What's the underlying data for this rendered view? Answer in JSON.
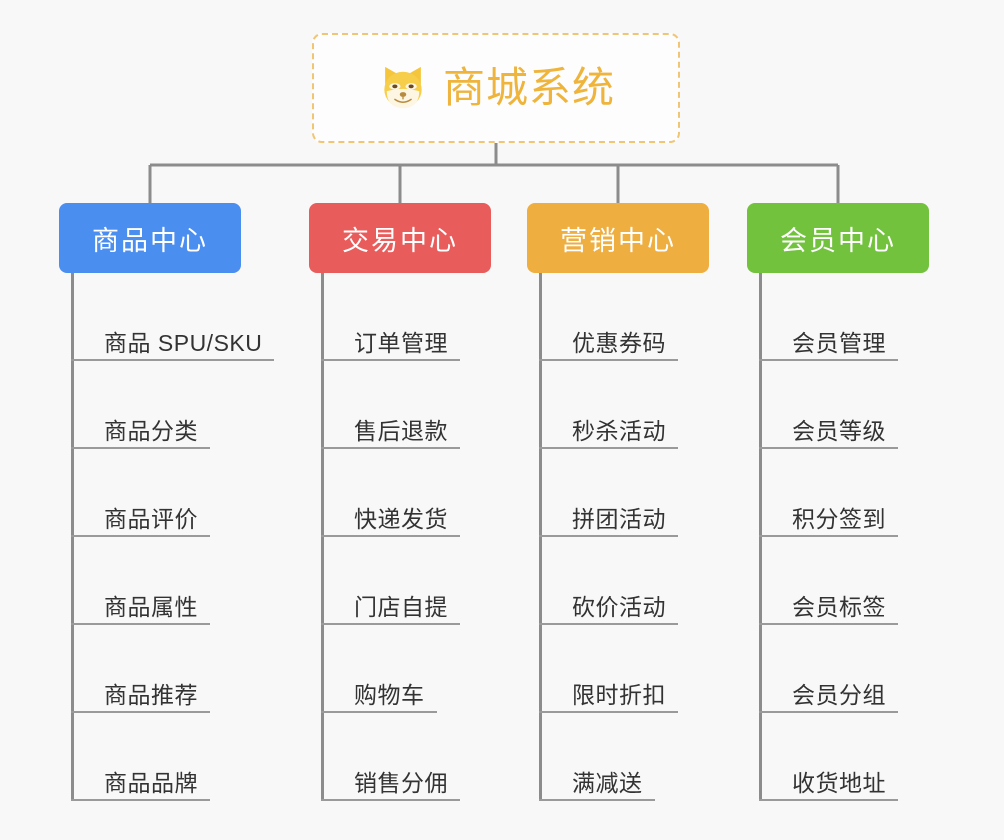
{
  "root": {
    "title": "商城系统",
    "emoji_name": "shiba-dog-face-emoji",
    "border_color": "#f0c674",
    "text_color": "#eeb43c"
  },
  "columns": [
    {
      "id": "product-center",
      "title": "商品中心",
      "color": "#4a8ef0",
      "color_class": "c-blue",
      "items": [
        {
          "label": "商品 SPU/SKU"
        },
        {
          "label": "商品分类"
        },
        {
          "label": "商品评价"
        },
        {
          "label": "商品属性"
        },
        {
          "label": "商品推荐"
        },
        {
          "label": "商品品牌"
        }
      ]
    },
    {
      "id": "trade-center",
      "title": "交易中心",
      "color": "#e85c5c",
      "color_class": "c-red",
      "items": [
        {
          "label": "订单管理"
        },
        {
          "label": "售后退款"
        },
        {
          "label": "快递发货"
        },
        {
          "label": "门店自提"
        },
        {
          "label": "购物车"
        },
        {
          "label": "销售分佣"
        }
      ]
    },
    {
      "id": "marketing-center",
      "title": "营销中心",
      "color": "#eeae40",
      "color_class": "c-orange",
      "items": [
        {
          "label": "优惠券码"
        },
        {
          "label": "秒杀活动"
        },
        {
          "label": "拼团活动"
        },
        {
          "label": "砍价活动"
        },
        {
          "label": "限时折扣"
        },
        {
          "label": "满减送"
        }
      ]
    },
    {
      "id": "member-center",
      "title": "会员中心",
      "color": "#72c23e",
      "color_class": "c-green",
      "items": [
        {
          "label": "会员管理"
        },
        {
          "label": "会员等级"
        },
        {
          "label": "积分签到"
        },
        {
          "label": "会员标签"
        },
        {
          "label": "会员分组"
        },
        {
          "label": "收货地址"
        }
      ]
    }
  ],
  "theme": {
    "background": "#f8f8f8",
    "connector_color": "#8c8c8c",
    "underline_color": "#9a9a9a",
    "leaf_text_color": "#333333"
  }
}
